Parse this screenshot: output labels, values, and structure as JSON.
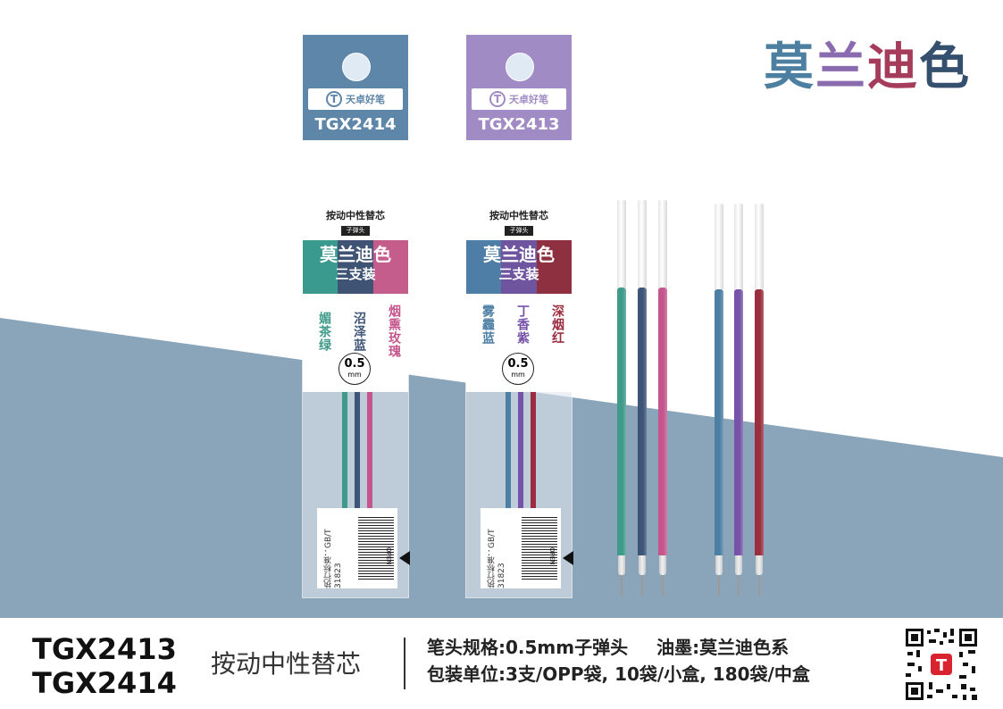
{
  "header": {
    "title_chars": [
      "莫",
      "兰",
      "迪",
      "色"
    ],
    "title_colors": [
      "#4d7fa0",
      "#8b6bb0",
      "#a63c5c",
      "#35506e"
    ]
  },
  "background": {
    "band_color": "#8aa5b9"
  },
  "packages": [
    {
      "model": "TGX2414",
      "head_color": "#5d86a8",
      "brand_name": "天卓好笔",
      "brand_logo_letter": "T",
      "card_title": "按动中性替芯",
      "tag": "子弹头",
      "stripe_colors": [
        "#3a9a8e",
        "#3f5474",
        "#c45c8c"
      ],
      "stripe_line1": "莫兰迪色",
      "stripe_line2": "三支装",
      "colors": [
        {
          "name": "媚茶绿",
          "color": "#3f9a8a"
        },
        {
          "name": "沼泽蓝",
          "color": "#3e5577"
        },
        {
          "name": "烟熏玫瑰",
          "color": "#c4568d"
        }
      ],
      "size_value": "0.5",
      "size_unit": "mm",
      "label_text": "执行标准：GB/T 31823",
      "open_text": "OPEN"
    },
    {
      "model": "TGX2413",
      "head_color": "#a08bc4",
      "brand_name": "天卓好笔",
      "brand_logo_letter": "T",
      "card_title": "按动中性替芯",
      "tag": "子弹头",
      "stripe_colors": [
        "#4e7ea5",
        "#6f55a0",
        "#8e3040"
      ],
      "stripe_line1": "莫兰迪色",
      "stripe_line2": "三支装",
      "colors": [
        {
          "name": "雾霾蓝",
          "color": "#4d7ea3"
        },
        {
          "name": "丁香紫",
          "color": "#7652a8"
        },
        {
          "name": "深烟红",
          "color": "#9a2e3e"
        }
      ],
      "size_value": "0.5",
      "size_unit": "mm",
      "label_text": "执行标准：GB/T 31823",
      "open_text": "OPEN"
    }
  ],
  "refills": [
    {
      "color": "#3f9a8a"
    },
    {
      "color": "#3e5577"
    },
    {
      "color": "#c4568d"
    },
    {
      "color": "#4d7ea3"
    },
    {
      "color": "#7652a8"
    },
    {
      "color": "#9a2e3e"
    }
  ],
  "footer": {
    "code_1": "TGX2413",
    "code_2": "TGX2414",
    "product_name": "按动中性替芯",
    "spec_tip": "笔头规格:0.5mm子弹头",
    "spec_ink": "油墨:莫兰迪色系",
    "spec_packing": "包装单位:3支/OPP袋, 10袋/小盒, 180袋/中盒"
  }
}
